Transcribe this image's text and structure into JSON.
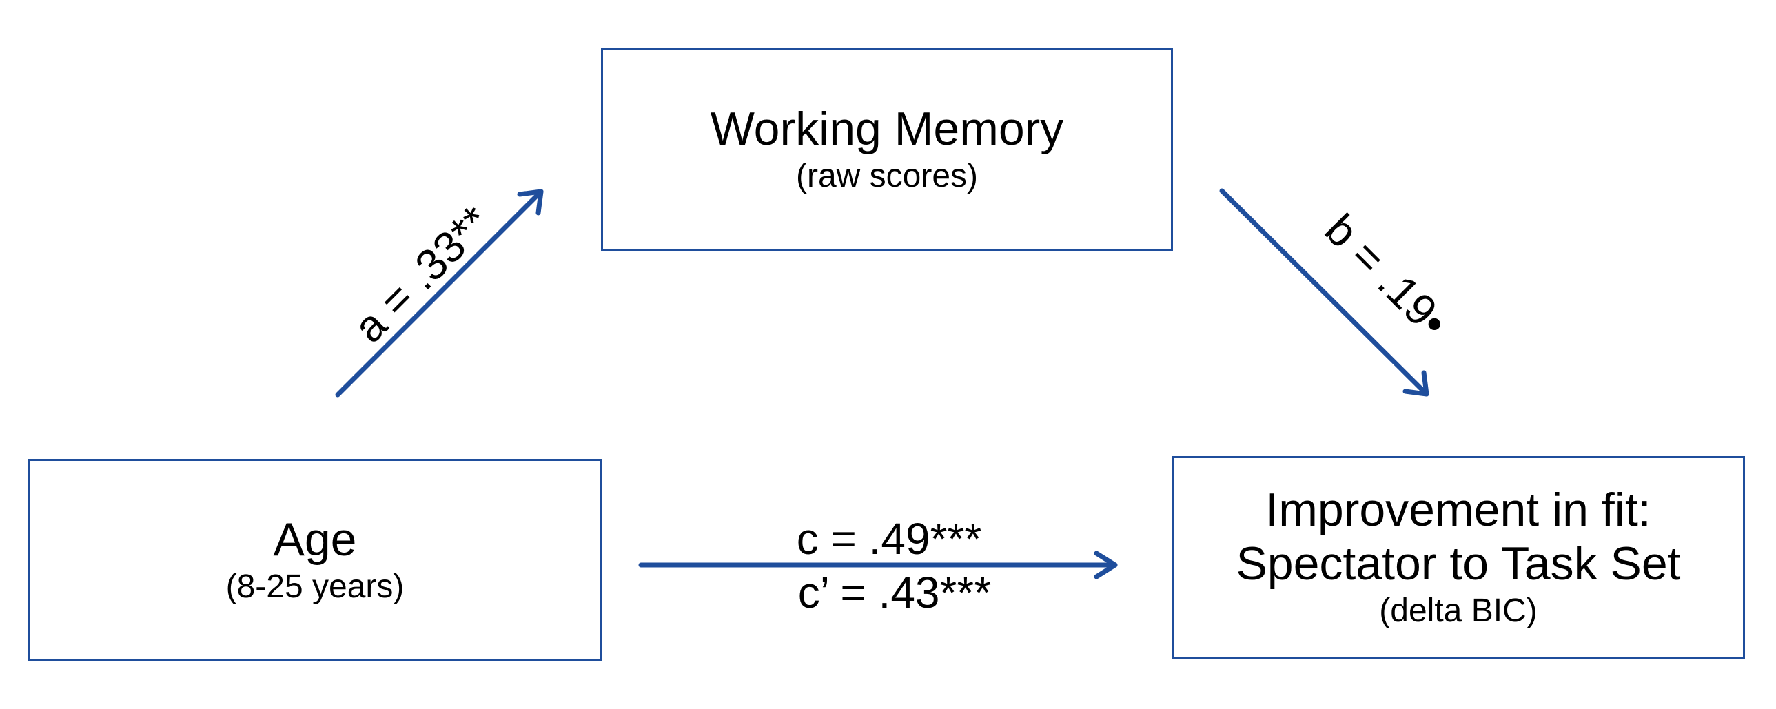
{
  "colors": {
    "accent": "#1f4e9c",
    "text": "#000000",
    "background": "#ffffff"
  },
  "nodes": {
    "working_memory": {
      "title": "Working Memory",
      "subtitle": "(raw scores)"
    },
    "age": {
      "title": "Age",
      "subtitle": "(8-25 years)"
    },
    "improvement": {
      "title_line1": "Improvement in fit:",
      "title_line2": "Spectator to Task Set",
      "subtitle": "(delta BIC)"
    }
  },
  "paths": {
    "a": {
      "from": "Age",
      "to": "Working Memory",
      "label": "a = .33**"
    },
    "b": {
      "from": "Working Memory",
      "to": "Improvement in fit",
      "label": "b = .19•"
    },
    "c": {
      "from": "Age",
      "to": "Improvement in fit",
      "label": "c = .49***"
    },
    "c_prime": {
      "from": "Age",
      "to": "Improvement in fit",
      "label": "c’ = .43***"
    }
  }
}
